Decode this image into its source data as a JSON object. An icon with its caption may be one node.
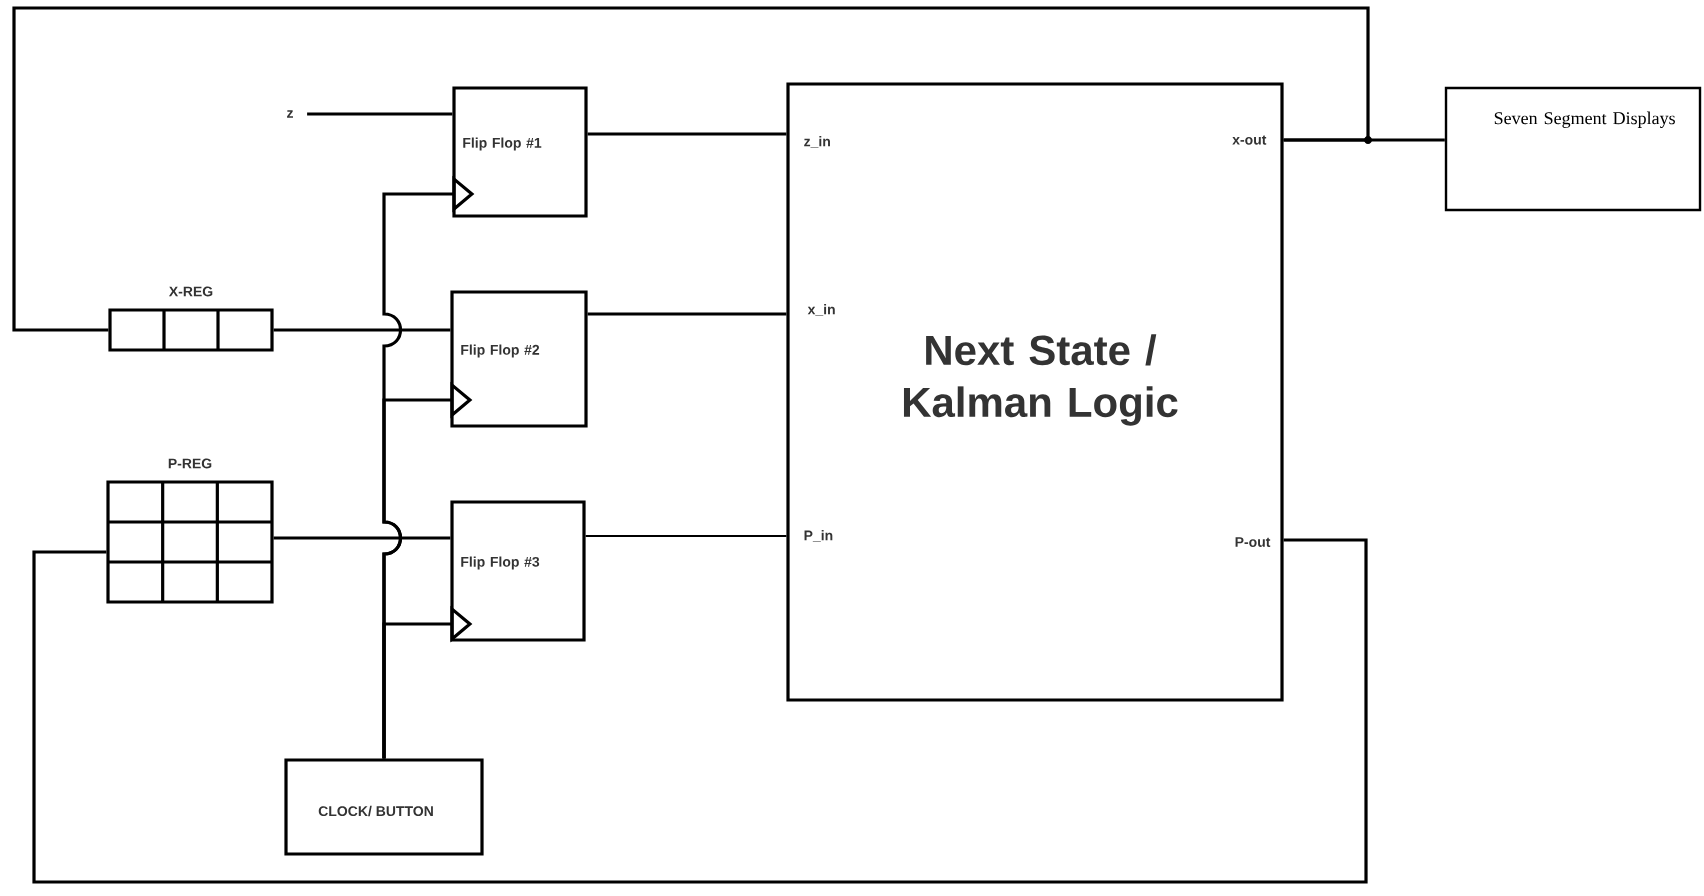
{
  "diagram": {
    "nodes": [
      {
        "text": [
          "z"
        ]
      },
      {
        "text": [
          "Flip Flop #1"
        ]
      },
      {
        "text": [
          "Flip Flop #2"
        ]
      },
      {
        "text": [
          "Flip Flop #3"
        ]
      },
      {
        "text": [
          "Next State / Kalman Logic",
          "z_in",
          "x_in",
          "P_in",
          "x-out",
          "P-out"
        ]
      },
      {
        "text": [
          "Seven Segment Displays"
        ]
      },
      {
        "text": [
          "X-REG"
        ]
      },
      {
        "text": [
          "P-REG"
        ]
      },
      {
        "text": [
          "CLOCK/ BUTTON"
        ]
      }
    ],
    "edges": [
      {
        "from": 0,
        "to": 1,
        "arrow": "none"
      },
      {
        "from": 1,
        "to": 4,
        "arrow": "none"
      },
      {
        "from": 2,
        "to": 4,
        "arrow": "none"
      },
      {
        "from": 3,
        "to": 4,
        "arrow": "none"
      },
      {
        "from": 4,
        "to": 5,
        "arrow": "none"
      },
      {
        "from": 4,
        "to": 6,
        "arrow": "none"
      },
      {
        "from": 6,
        "to": 2,
        "arrow": "none"
      },
      {
        "from": 7,
        "to": 3,
        "arrow": "none"
      },
      {
        "from": 4,
        "to": 7,
        "arrow": "none"
      },
      {
        "from": 8,
        "to": 1,
        "arrow": "to"
      },
      {
        "from": 8,
        "to": 2,
        "arrow": "to"
      },
      {
        "from": 8,
        "to": 3,
        "arrow": "to"
      }
    ]
  }
}
